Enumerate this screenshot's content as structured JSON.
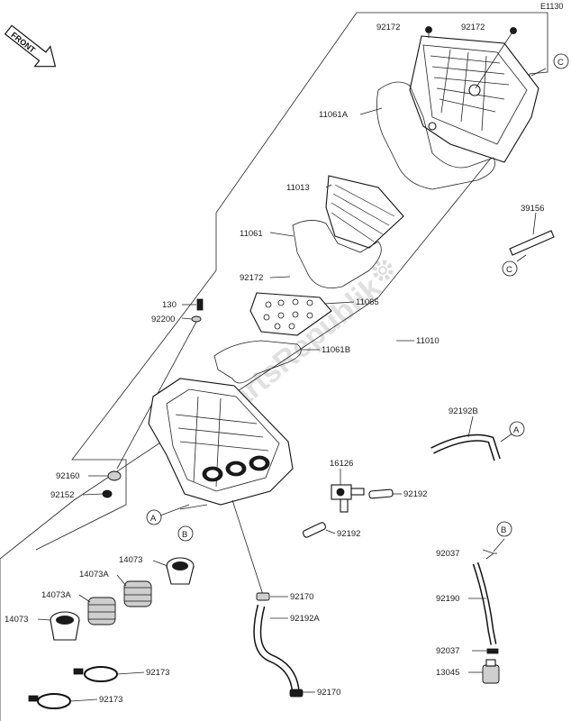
{
  "diagram_code": "E1130",
  "front_badge": "FRONT",
  "watermark": "PartsRepublik",
  "callouts": {
    "A": "A",
    "B": "B",
    "C": "C"
  },
  "part_numbers": {
    "p92172_left": "92172",
    "p92172_right": "92172",
    "p11061A": "11061A",
    "p11013": "11013",
    "p11061": "11061",
    "p92172_mid": "92172",
    "p11065": "11065",
    "p130": "130",
    "p92200": "92200",
    "p11061B": "11061B",
    "p11010": "11010",
    "p39156": "39156",
    "p92192B": "92192B",
    "p16126": "16126",
    "p92192_a": "92192",
    "p92192_b": "92192",
    "p92160": "92160",
    "p92152": "92152",
    "p14073_top": "14073",
    "p14073A_top": "14073A",
    "p14073A_mid": "14073A",
    "p14073_left": "14073",
    "p92170_top": "92170",
    "p92192A": "92192A",
    "p92170_bottom": "92170",
    "p92173_top": "92173",
    "p92173_bottom": "92173",
    "p92037_top": "92037",
    "p92190": "92190",
    "p92037_bottom": "92037",
    "p13045": "13045"
  }
}
